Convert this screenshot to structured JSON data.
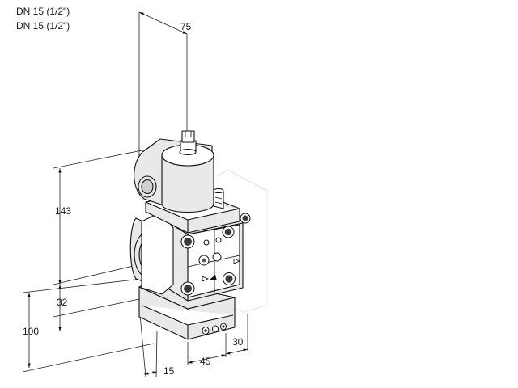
{
  "header": {
    "line1": "DN 15 (1/2\")",
    "line2": "DN 15 (1/2\")"
  },
  "dimensions": {
    "depth": "75",
    "height_upper": "143",
    "height_mid": "32",
    "height_total": "100",
    "offset": "15",
    "width_a": "45",
    "width_b": "30"
  }
}
